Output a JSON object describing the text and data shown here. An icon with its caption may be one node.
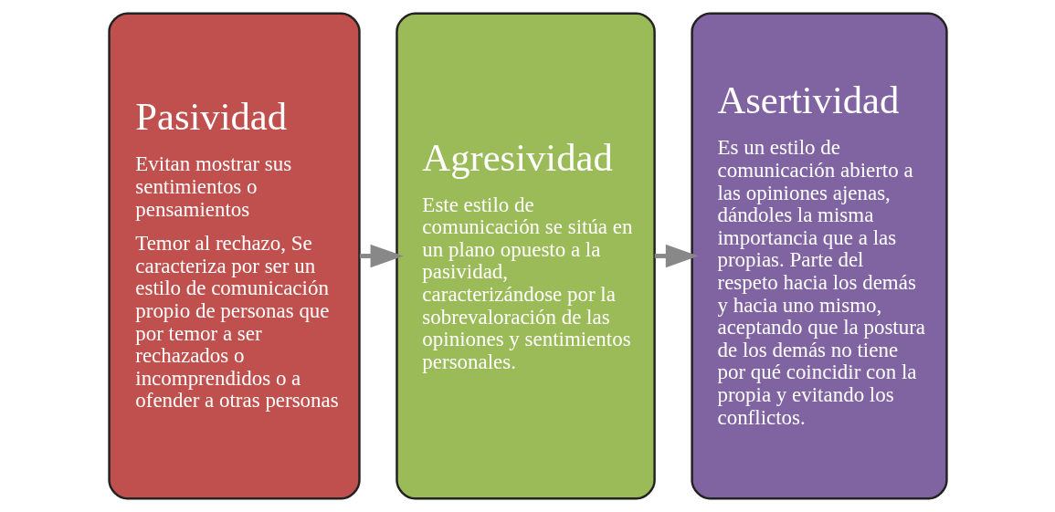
{
  "diagram": {
    "nodes": [
      {
        "text": [
          "Pasividad",
          "Evitan mostrar sus sentimientos o pensamientos",
          "Temor al rechazo, Se caracteriza por ser un estilo de comunicación propio de personas que por temor a ser rechazados o incomprendidos o a ofender a otras personas"
        ]
      },
      {
        "text": [
          "Agresividad",
          "Este estilo de comunicación se sitúa en un plano opuesto a la pasividad, caracterizándose por la sobrevaloración de las opiniones y sentimientos personales."
        ]
      },
      {
        "text": [
          "Asertividad",
          "Es un estilo de comunicación abierto a las opiniones ajenas, dándoles la misma importancia que a las propias. Parte del respeto hacia los demás y hacia uno mismo, aceptando que la postura de los demás no tiene por qué coincidir con la propia y evitando los conflictos."
        ]
      }
    ],
    "edges": [
      {
        "from": 0,
        "to": 1,
        "arrow": "to"
      },
      {
        "from": 1,
        "to": 2,
        "arrow": "to"
      }
    ]
  }
}
